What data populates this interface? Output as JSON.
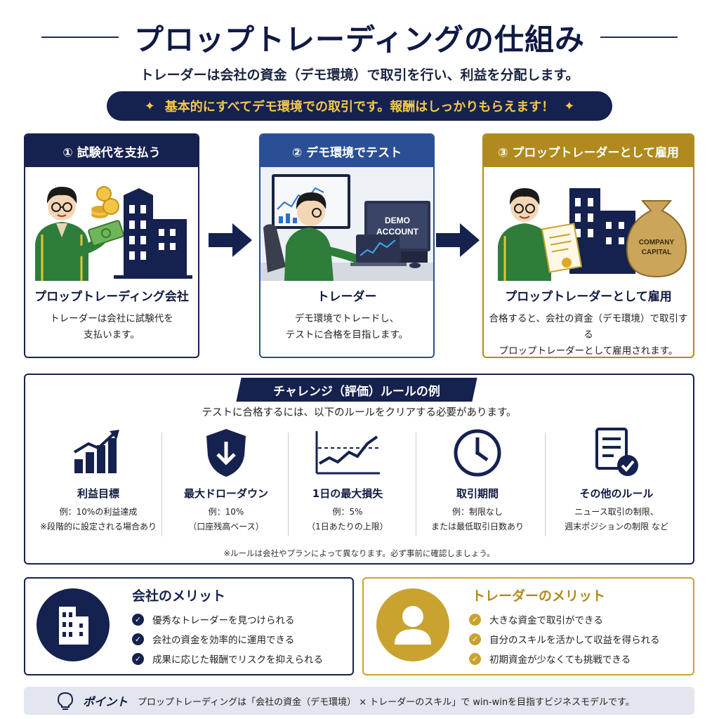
{
  "title": "プロップトレーディングの仕組み",
  "subtitle": "トレーダーは会社の資金（デモ環境）で取引を行い、利益を分配します。",
  "banner": {
    "text": "基本的にすべてデモ環境での取引です。報酬はしっかりもらえます！",
    "icon": "sparkle-icon"
  },
  "steps": [
    {
      "header": "① 試験代を支払う",
      "name": "プロップトレーディング会社",
      "desc1": "トレーダーは会社に試験代を",
      "desc2": "支払います。"
    },
    {
      "header": "② デモ環境でテスト",
      "name": "トレーダー",
      "desc1": "デモ環境でトレードし、",
      "desc2": "テストに合格を目指します。",
      "screen_label_1": "DEMO",
      "screen_label_2": "ACCOUNT"
    },
    {
      "header": "③ プロップトレーダーとして雇用",
      "name": "プロップトレーダーとして雇用",
      "desc1": "合格すると、会社の資金（デモ環境）で取引する",
      "desc2": "プロップトレーダーとして雇用されます。",
      "bag_label_1": "COMPANY",
      "bag_label_2": "CAPITAL"
    }
  ],
  "rules": {
    "title": "チャレンジ（評価）ルールの例",
    "subtitle": "テストに合格するには、以下のルールをクリアする必要があります。",
    "items": [
      {
        "name": "利益目標",
        "l1": "例：10%の利益達成",
        "l2": "※段階的に設定される場合あり",
        "icon": "bar-chart-up-icon"
      },
      {
        "name": "最大ドローダウン",
        "l1": "例：10%",
        "l2": "（口座残高ベース）",
        "icon": "shield-down-icon"
      },
      {
        "name": "1日の最大損失",
        "l1": "例：5%",
        "l2": "（1日あたりの上限）",
        "icon": "line-chart-icon"
      },
      {
        "name": "取引期間",
        "l1": "例：制限なし",
        "l2": "または最低取引日数あり",
        "icon": "clock-icon"
      },
      {
        "name": "その他のルール",
        "l1": "ニュース取引の制限、",
        "l2": "週末ポジションの制限 など",
        "icon": "document-check-icon"
      }
    ],
    "note": "※ルールは会社やプランによって異なります。必ず事前に確認しましょう。"
  },
  "merits": {
    "company": {
      "title": "会社のメリット",
      "items": [
        "優秀なトレーダーを見つけられる",
        "会社の資金を効率的に運用できる",
        "成果に応じた報酬でリスクを抑えられる"
      ],
      "icon": "building-icon"
    },
    "trader": {
      "title": "トレーダーのメリット",
      "items": [
        "大きな資金で取引ができる",
        "自分のスキルを活かして収益を得られる",
        "初期資金が少なくても挑戦できる"
      ],
      "icon": "person-icon"
    }
  },
  "point": {
    "label": "ポイント",
    "text": "プロップトレーディングは「会社の資金（デモ環境） × トレーダーのスキル」で win-winを目指すビジネスモデルです。",
    "icon": "lightbulb-icon"
  },
  "colors": {
    "navy": "#15214f",
    "blue": "#2a4f95",
    "gold": "#b08a1e",
    "accent_yellow": "#f4c84a",
    "green": "#2e7d3a"
  }
}
